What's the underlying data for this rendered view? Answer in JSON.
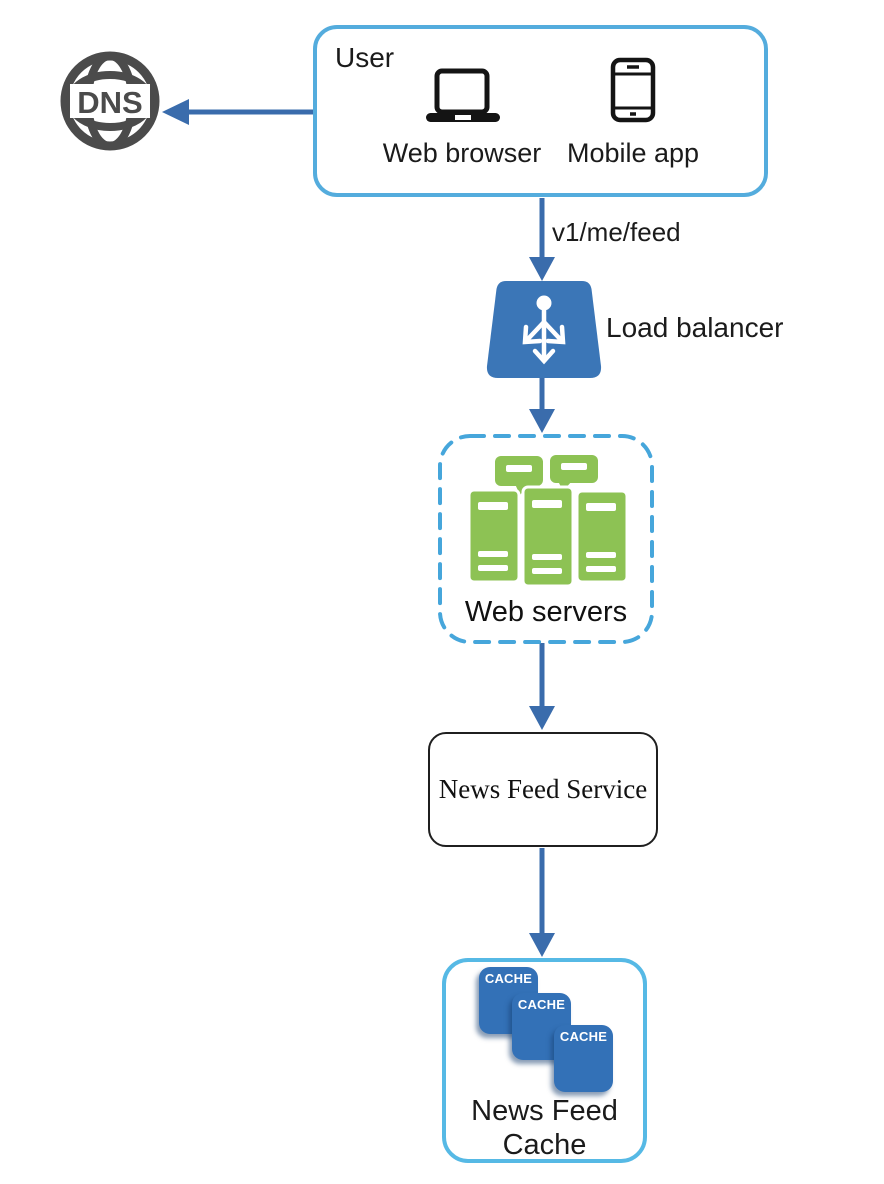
{
  "nodes": {
    "dns": {
      "label": "DNS"
    },
    "user": {
      "title": "User",
      "devices": [
        {
          "icon": "laptop-icon",
          "label": "Web browser"
        },
        {
          "icon": "smartphone-icon",
          "label": "Mobile app"
        }
      ]
    },
    "load_balancer": {
      "label": "Load balancer"
    },
    "web_servers": {
      "label": "Web servers"
    },
    "news_feed_service": {
      "label": "News Feed Service"
    },
    "news_feed_cache": {
      "label_line1": "News Feed",
      "label_line2": "Cache",
      "blocks": [
        {
          "label": "CACHE"
        },
        {
          "label": "CACHE"
        },
        {
          "label": "CACHE"
        }
      ]
    }
  },
  "edges": [
    {
      "from": "user",
      "to": "dns"
    },
    {
      "from": "user",
      "to": "load_balancer",
      "label": "v1/me/feed"
    },
    {
      "from": "load_balancer",
      "to": "web_servers"
    },
    {
      "from": "web_servers",
      "to": "news_feed_service"
    },
    {
      "from": "news_feed_service",
      "to": "news_feed_cache"
    }
  ],
  "colors": {
    "arrow": "#3a6cac",
    "container_border": "#54acdd",
    "dashed_border": "#46a6db",
    "cache_border": "#56b9e5",
    "load_balancer_fill": "#3b76b7",
    "cache_block_fill": "#3371b7",
    "server_green": "#8dc254",
    "dns_gray": "#4b4b4b",
    "text": "#1b1b1b"
  }
}
